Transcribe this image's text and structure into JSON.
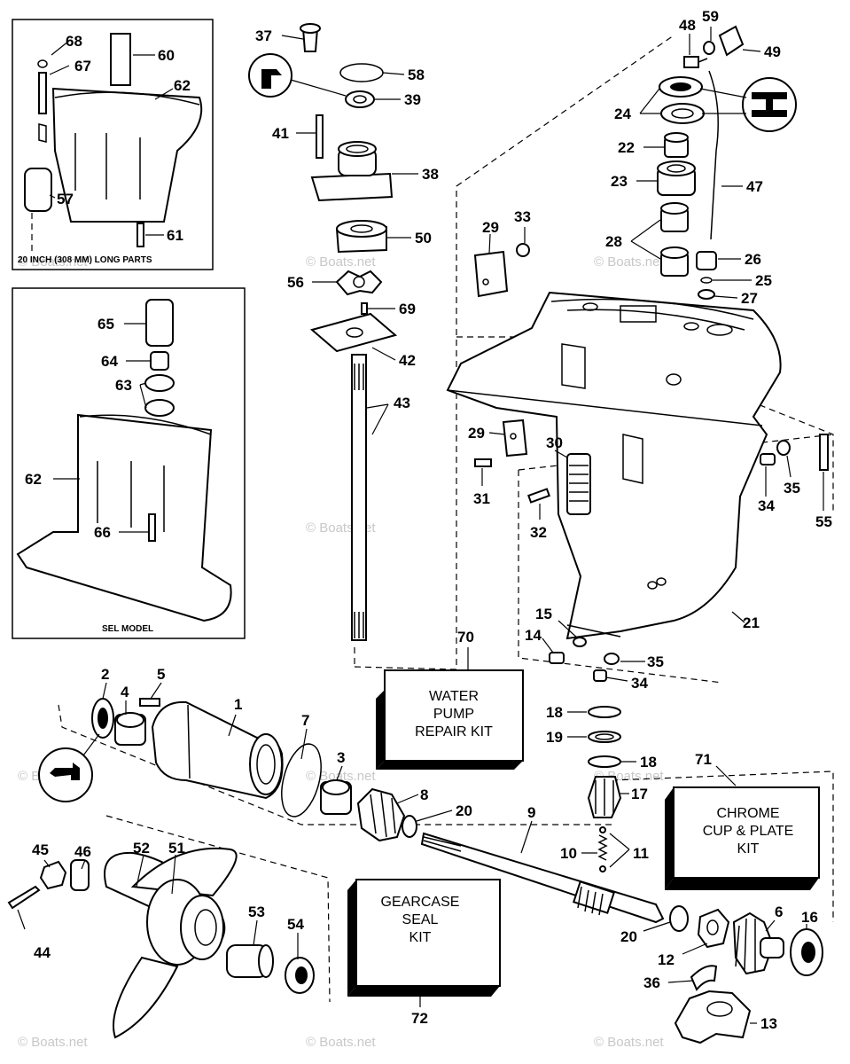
{
  "inset_top": {
    "caption": "20 INCH (308 MM) LONG PARTS"
  },
  "inset_sel": {
    "caption": "SEL MODEL"
  },
  "kits": {
    "water_pump": {
      "lines": [
        "WATER",
        "PUMP",
        "REPAIR KIT"
      ],
      "ref": "70"
    },
    "chrome_cup": {
      "lines": [
        "CHROME",
        "CUP & PLATE",
        "KIT"
      ],
      "ref": "71"
    },
    "gearcase_seal": {
      "lines": [
        "GEARCASE",
        "SEAL",
        "KIT"
      ],
      "ref": "72"
    }
  },
  "watermark": "© Boats.net",
  "callouts": [
    "68",
    "60",
    "67",
    "62",
    "57",
    "61",
    "65",
    "64",
    "63",
    "62",
    "66",
    "37",
    "58",
    "39",
    "41",
    "38",
    "50",
    "56",
    "69",
    "42",
    "43",
    "48",
    "59",
    "49",
    "24",
    "22",
    "23",
    "47",
    "29",
    "33",
    "28",
    "26",
    "25",
    "27",
    "29",
    "30",
    "31",
    "32",
    "34",
    "35",
    "55",
    "21",
    "15",
    "14",
    "35",
    "34",
    "2",
    "5",
    "1",
    "4",
    "7",
    "3",
    "8",
    "20",
    "9",
    "18",
    "19",
    "18",
    "17",
    "10",
    "11",
    "45",
    "46",
    "52",
    "51",
    "53",
    "54",
    "44",
    "20",
    "6",
    "16",
    "12",
    "36",
    "13"
  ]
}
